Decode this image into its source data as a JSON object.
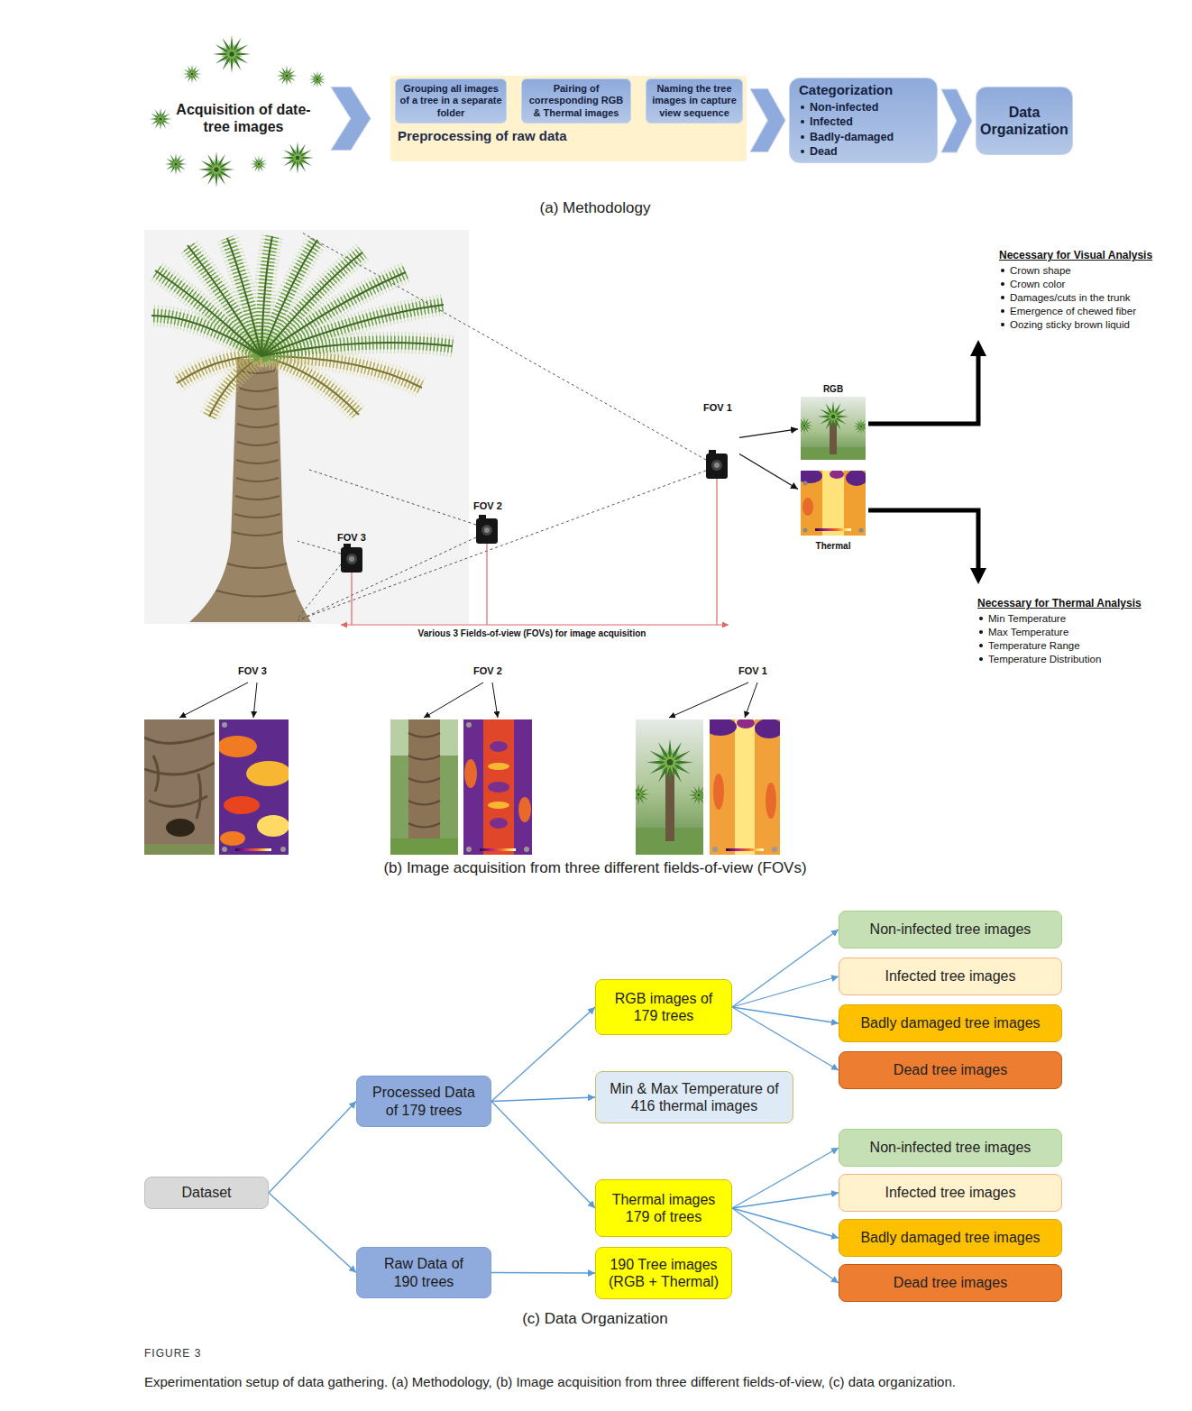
{
  "diagram": {
    "caption": "Experimentation setup of data gathering. (a) Methodology, (b) Image acquisition from three different fields-of-view, (c) data organization.",
    "nodes": [
      {
        "text": [
          "Acquisition of date-tree images"
        ]
      },
      {
        "text": [
          "Preprocessing of raw data"
        ]
      },
      {
        "text": [
          "Grouping all images of a tree in a separate folder"
        ],
        "in": 1
      },
      {
        "text": [
          "Pairing of corresponding RGB & Thermal images"
        ],
        "in": 1
      },
      {
        "text": [
          "Naming the tree images in capture view sequence"
        ],
        "in": 1
      },
      {
        "text": [
          "Categorization",
          "Non-infected",
          "Infected",
          "Badly-damaged",
          "Dead"
        ]
      },
      {
        "text": [
          "Data Organization"
        ]
      },
      {
        "text": [
          "Necessary for Visual Analysis",
          "Crown shape",
          "Crown color",
          "Damages/cuts in the trunk",
          "Emergence of chewed fiber",
          "Oozing sticky brown liquid"
        ]
      },
      {
        "text": [
          "FOV 1"
        ]
      },
      {
        "text": [
          "RGB"
        ]
      },
      {
        "text": [
          "Thermal"
        ]
      },
      {
        "text": [
          "Necessary for Thermal Analysis",
          "Min Temperature",
          "Max Temperature",
          "Temperature Range",
          "Temperature Distribution"
        ]
      },
      {
        "text": [
          "Dataset"
        ]
      },
      {
        "text": [
          "Processed Data of 179 trees"
        ]
      },
      {
        "text": [
          "RGB images of 179 trees"
        ]
      },
      {
        "text": [
          "Non-infected tree images"
        ]
      },
      {
        "text": [
          "Infected tree images"
        ]
      },
      {
        "text": [
          "Badly damaged tree images"
        ]
      },
      {
        "text": [
          "Dead tree images"
        ]
      },
      {
        "text": [
          "Min & Max Temperature of 416 thermal images"
        ]
      },
      {
        "text": [
          "Thermal images 179 of trees"
        ]
      },
      {
        "text": [
          "Non-infected tree images"
        ]
      },
      {
        "text": [
          "Infected tree images"
        ]
      },
      {
        "text": [
          "Badly damaged tree images"
        ]
      },
      {
        "text": [
          "Dead tree images"
        ]
      },
      {
        "text": [
          "Raw Data of 190 trees"
        ]
      },
      {
        "text": [
          "190 Tree images (RGB + Thermal)"
        ]
      }
    ],
    "edges": [
      {
        "from": 0,
        "to": 1,
        "arrow": "to"
      },
      {
        "from": 2,
        "to": 3,
        "arrow": "to"
      },
      {
        "from": 3,
        "to": 4,
        "arrow": "to"
      },
      {
        "from": 1,
        "to": 5,
        "arrow": "to"
      },
      {
        "from": 5,
        "to": 6,
        "arrow": "to"
      },
      {
        "from": 8,
        "to": 9,
        "arrow": "to"
      },
      {
        "from": 8,
        "to": 10,
        "arrow": "to"
      },
      {
        "from": 9,
        "to": 7,
        "arrow": "to"
      },
      {
        "from": 10,
        "to": 11,
        "arrow": "to"
      },
      {
        "from": 12,
        "to": 13,
        "arrow": "to"
      },
      {
        "from": 12,
        "to": 25,
        "arrow": "to"
      },
      {
        "from": 13,
        "to": 14,
        "arrow": "to"
      },
      {
        "from": 13,
        "to": 19,
        "arrow": "to"
      },
      {
        "from": 13,
        "to": 20,
        "arrow": "to"
      },
      {
        "from": 14,
        "to": 15,
        "arrow": "to"
      },
      {
        "from": 14,
        "to": 16,
        "arrow": "to"
      },
      {
        "from": 14,
        "to": 17,
        "arrow": "to"
      },
      {
        "from": 14,
        "to": 18,
        "arrow": "to"
      },
      {
        "from": 20,
        "to": 21,
        "arrow": "to"
      },
      {
        "from": 20,
        "to": 22,
        "arrow": "to"
      },
      {
        "from": 20,
        "to": 23,
        "arrow": "to"
      },
      {
        "from": 20,
        "to": 24,
        "arrow": "to"
      },
      {
        "from": 25,
        "to": 26,
        "arrow": "to"
      }
    ],
    "labels": [
      "(a) Methodology",
      "FOV 3",
      "FOV 2",
      "Various 3 Fields-of-view (FOVs) for image acquisition",
      "FOV 3",
      "FOV 2",
      "FOV 1",
      "(b) Image acquisition from three different fields-of-view (FOVs)",
      "(c) Data Organization",
      "FIGURE 3"
    ]
  }
}
